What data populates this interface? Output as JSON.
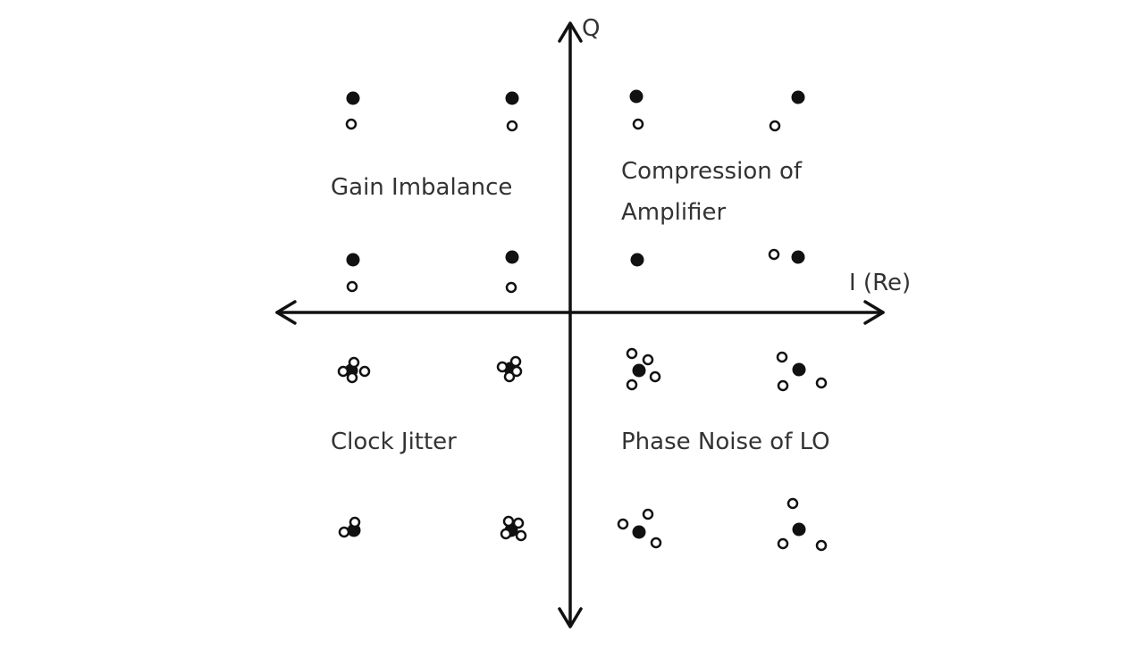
{
  "axes": {
    "q_label": "Q",
    "i_label": "I (Re)"
  },
  "quadrants": [
    {
      "id": "gain-imbalance",
      "label": "Gain Imbalance"
    },
    {
      "id": "compression-of-amplifier",
      "label_lines": [
        "Compression of",
        "Amplifier"
      ]
    },
    {
      "id": "clock-jitter",
      "label": "Clock Jitter"
    },
    {
      "id": "phase-noise-of-lo",
      "label": "Phase Noise of LO"
    }
  ],
  "colors": {
    "ink": "#111111",
    "text": "#333333",
    "background": "#ffffff"
  }
}
